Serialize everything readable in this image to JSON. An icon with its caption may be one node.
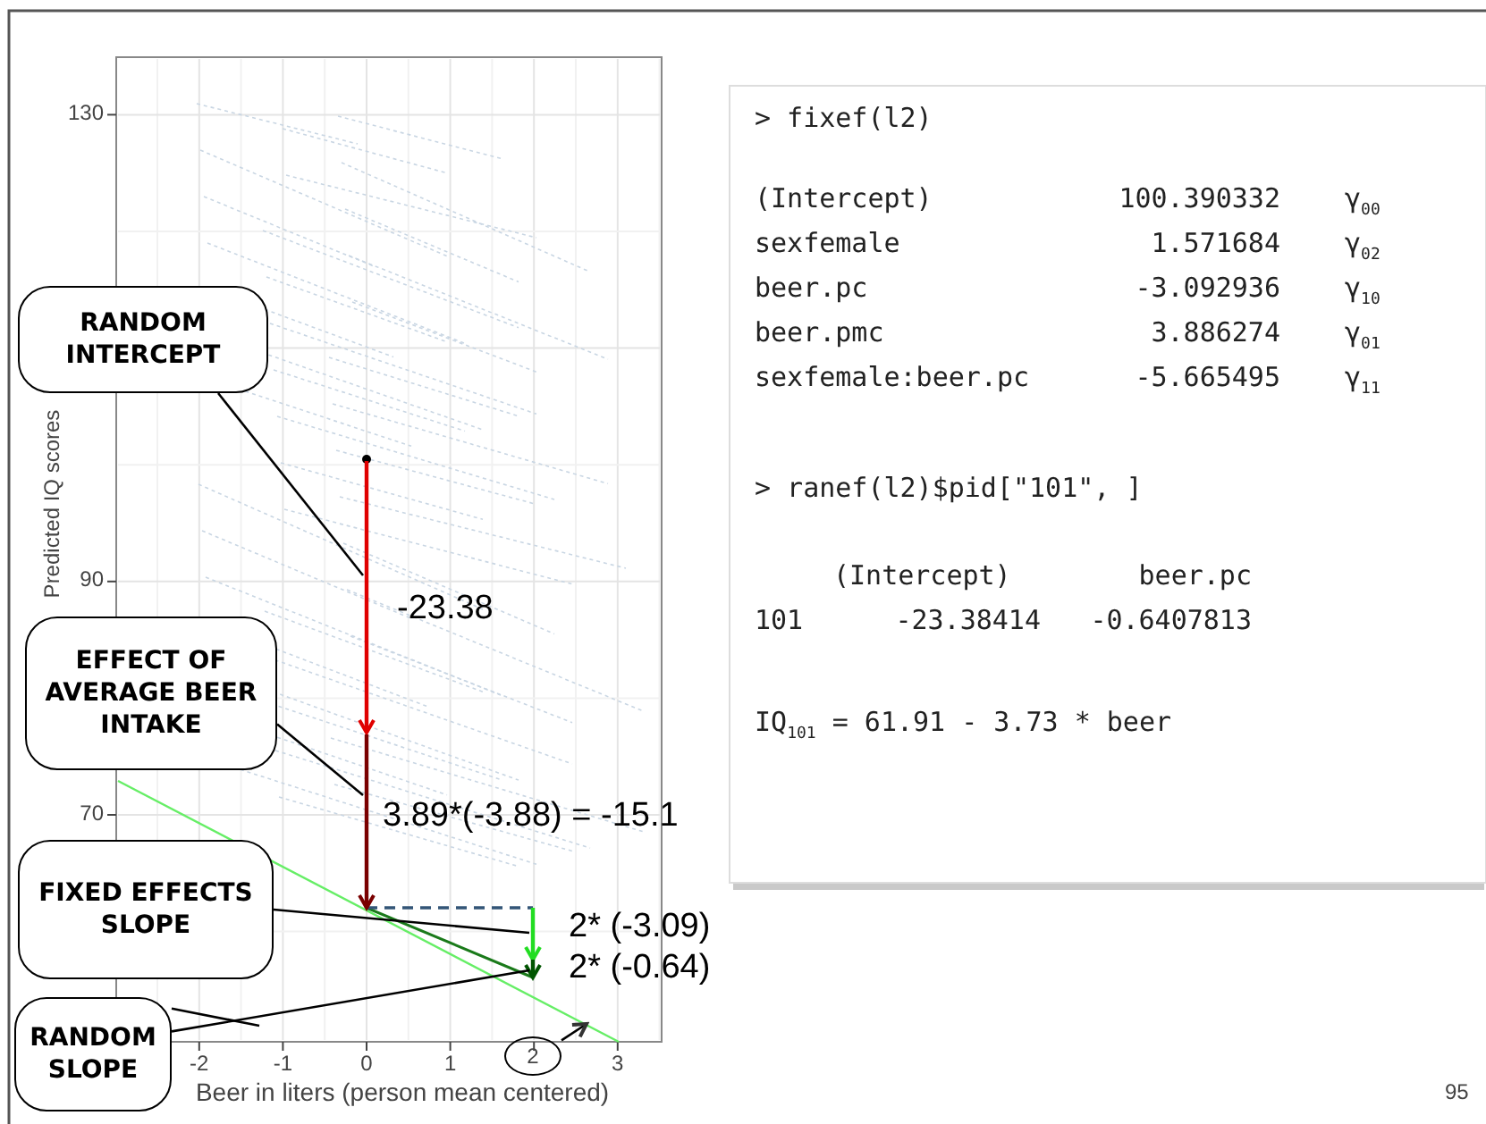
{
  "diagram": {
    "nodes": [
      {
        "text": [
          "RANDOM INTERCEPT"
        ]
      },
      {
        "text": [
          "EFFECT OF AVERAGE BEER INTAKE"
        ]
      },
      {
        "text": [
          "FIXED EFFECTS SLOPE"
        ]
      },
      {
        "text": [
          "RANDOM SLOPE"
        ]
      },
      {
        "text": [
          "2"
        ]
      },
      {
        "text": [],
        "shape": "arrow",
        "beside": [
          "-23.38"
        ]
      },
      {
        "text": [],
        "shape": "arrow",
        "beside": [
          "3.89*(-3.88) = -15.1"
        ]
      },
      {
        "text": [],
        "shape": "arrow",
        "beside": [
          "2* (-3.09)"
        ]
      },
      {
        "text": [],
        "shape": "arrow",
        "beside": [
          "2* (-0.64)"
        ]
      }
    ],
    "edges": [
      {
        "from": 0,
        "to": 5,
        "arrow": "none"
      },
      {
        "from": 1,
        "to": 6,
        "arrow": "none"
      },
      {
        "from": 2,
        "to": 7,
        "arrow": "none"
      },
      {
        "from": 3,
        "to": 8,
        "arrow": "none"
      },
      {
        "from": 3,
        "to": null,
        "arrow": "none"
      },
      {
        "from": 4,
        "to": null,
        "arrow": "to"
      }
    ],
    "labels": [
      "130",
      "90",
      "70",
      "Predicted IQ scores",
      "-2",
      "-1",
      "0",
      "1",
      "3",
      "Beer in liters (person mean centered)",
      "> fixef(l2)",
      "(Intercept)",
      "100.390332",
      "γ$_{00}$",
      "sexfemale",
      "1.571684",
      "γ$_{02}$",
      "beer.pc",
      "-3.092936",
      "γ$_{10}$",
      "beer.pmc",
      "3.886274",
      "γ$_{01}$",
      "sexfemale:beer.pc",
      "-5.665495",
      "γ$_{11}$",
      "> ranef(l2)$pid[\"101\", ]",
      "(Intercept)",
      "beer.pc",
      "101",
      "-23.38414",
      "-0.6407813",
      "IQ$_{101}$ = 61.91 - 3.73 * beer",
      "95"
    ]
  }
}
